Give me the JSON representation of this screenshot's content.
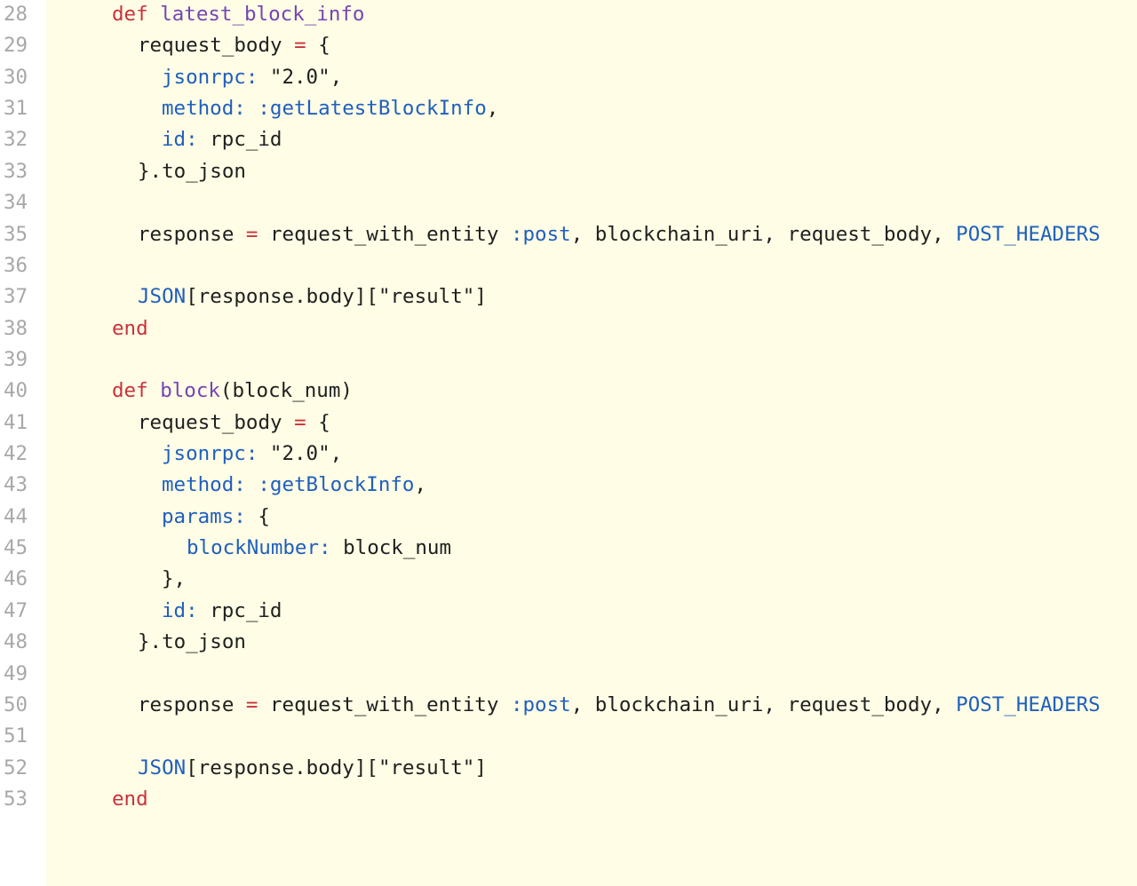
{
  "line_numbers": [
    "28",
    "29",
    "30",
    "31",
    "32",
    "33",
    "34",
    "35",
    "36",
    "37",
    "38",
    "39",
    "40",
    "41",
    "42",
    "43",
    "44",
    "45",
    "46",
    "47",
    "48",
    "49",
    "50",
    "51",
    "52",
    "53"
  ],
  "lines": [
    {
      "indent": 1,
      "tokens": [
        {
          "t": "kw",
          "v": "def"
        },
        {
          "t": "plain",
          "v": " "
        },
        {
          "t": "fn",
          "v": "latest_block_info"
        }
      ]
    },
    {
      "indent": 2,
      "tokens": [
        {
          "t": "plain",
          "v": "request_body "
        },
        {
          "t": "op",
          "v": "="
        },
        {
          "t": "plain",
          "v": " {"
        }
      ]
    },
    {
      "indent": 3,
      "tokens": [
        {
          "t": "key",
          "v": "jsonrpc:"
        },
        {
          "t": "plain",
          "v": " "
        },
        {
          "t": "str",
          "v": "\"2.0\""
        },
        {
          "t": "plain",
          "v": ","
        }
      ]
    },
    {
      "indent": 3,
      "tokens": [
        {
          "t": "key",
          "v": "method:"
        },
        {
          "t": "plain",
          "v": " "
        },
        {
          "t": "sym",
          "v": ":getLatestBlockInfo"
        },
        {
          "t": "plain",
          "v": ","
        }
      ]
    },
    {
      "indent": 3,
      "tokens": [
        {
          "t": "key",
          "v": "id:"
        },
        {
          "t": "plain",
          "v": " rpc_id"
        }
      ]
    },
    {
      "indent": 2,
      "tokens": [
        {
          "t": "plain",
          "v": "}.to_json"
        }
      ]
    },
    {
      "indent": 0,
      "tokens": []
    },
    {
      "indent": 2,
      "tokens": [
        {
          "t": "plain",
          "v": "response "
        },
        {
          "t": "op",
          "v": "="
        },
        {
          "t": "plain",
          "v": " request_with_entity "
        },
        {
          "t": "sym",
          "v": ":post"
        },
        {
          "t": "plain",
          "v": ", blockchain_uri, request_body, "
        },
        {
          "t": "const",
          "v": "POST_HEADERS"
        }
      ]
    },
    {
      "indent": 0,
      "tokens": []
    },
    {
      "indent": 2,
      "tokens": [
        {
          "t": "const",
          "v": "JSON"
        },
        {
          "t": "plain",
          "v": "[response.body]["
        },
        {
          "t": "str",
          "v": "\"result\""
        },
        {
          "t": "plain",
          "v": "]"
        }
      ]
    },
    {
      "indent": 1,
      "tokens": [
        {
          "t": "kw",
          "v": "end"
        }
      ]
    },
    {
      "indent": 0,
      "tokens": []
    },
    {
      "indent": 1,
      "tokens": [
        {
          "t": "kw",
          "v": "def"
        },
        {
          "t": "plain",
          "v": " "
        },
        {
          "t": "fn",
          "v": "block"
        },
        {
          "t": "plain",
          "v": "(block_num)"
        }
      ]
    },
    {
      "indent": 2,
      "tokens": [
        {
          "t": "plain",
          "v": "request_body "
        },
        {
          "t": "op",
          "v": "="
        },
        {
          "t": "plain",
          "v": " {"
        }
      ]
    },
    {
      "indent": 3,
      "tokens": [
        {
          "t": "key",
          "v": "jsonrpc:"
        },
        {
          "t": "plain",
          "v": " "
        },
        {
          "t": "str",
          "v": "\"2.0\""
        },
        {
          "t": "plain",
          "v": ","
        }
      ]
    },
    {
      "indent": 3,
      "tokens": [
        {
          "t": "key",
          "v": "method:"
        },
        {
          "t": "plain",
          "v": " "
        },
        {
          "t": "sym",
          "v": ":getBlockInfo"
        },
        {
          "t": "plain",
          "v": ","
        }
      ]
    },
    {
      "indent": 3,
      "tokens": [
        {
          "t": "key",
          "v": "params:"
        },
        {
          "t": "plain",
          "v": " {"
        }
      ]
    },
    {
      "indent": 4,
      "tokens": [
        {
          "t": "key",
          "v": "blockNumber:"
        },
        {
          "t": "plain",
          "v": " block_num"
        }
      ]
    },
    {
      "indent": 3,
      "tokens": [
        {
          "t": "plain",
          "v": "},"
        }
      ]
    },
    {
      "indent": 3,
      "tokens": [
        {
          "t": "key",
          "v": "id:"
        },
        {
          "t": "plain",
          "v": " rpc_id"
        }
      ]
    },
    {
      "indent": 2,
      "tokens": [
        {
          "t": "plain",
          "v": "}.to_json"
        }
      ]
    },
    {
      "indent": 0,
      "tokens": []
    },
    {
      "indent": 2,
      "tokens": [
        {
          "t": "plain",
          "v": "response "
        },
        {
          "t": "op",
          "v": "="
        },
        {
          "t": "plain",
          "v": " request_with_entity "
        },
        {
          "t": "sym",
          "v": ":post"
        },
        {
          "t": "plain",
          "v": ", blockchain_uri, request_body, "
        },
        {
          "t": "const",
          "v": "POST_HEADERS"
        }
      ]
    },
    {
      "indent": 0,
      "tokens": []
    },
    {
      "indent": 2,
      "tokens": [
        {
          "t": "const",
          "v": "JSON"
        },
        {
          "t": "plain",
          "v": "[response.body]["
        },
        {
          "t": "str",
          "v": "\"result\""
        },
        {
          "t": "plain",
          "v": "]"
        }
      ]
    },
    {
      "indent": 1,
      "tokens": [
        {
          "t": "kw",
          "v": "end"
        }
      ]
    }
  ],
  "colors": {
    "keyword": "#c8323c",
    "function_name": "#7545b5",
    "hash_key": "#1f5fbf",
    "symbol": "#1f5fbf",
    "constant": "#1f5fbf",
    "operator": "#c8323c",
    "line_number": "#a8a8a8",
    "code_background": "#fffde5"
  }
}
